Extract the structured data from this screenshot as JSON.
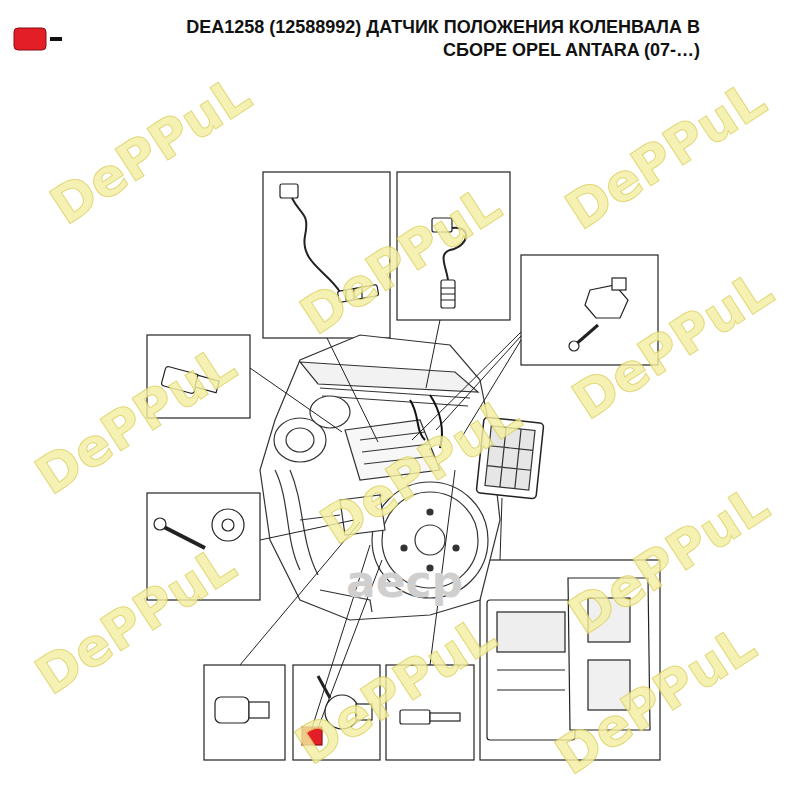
{
  "diagram": {
    "title": "DEA1258 (12588992) ДАТЧИК ПОЛОЖЕНИЯ КОЛЕНВАЛА В СБОРЕ OPEL ANTARA (07-…)",
    "labels": [
      "DePPuL",
      "DePPuL",
      "DePPuL",
      "DePPuL",
      "DePPuL",
      "DePPuL",
      "DePPuL",
      "DePPuL",
      "DePPuL",
      "DePPuL",
      "aecp"
    ]
  }
}
